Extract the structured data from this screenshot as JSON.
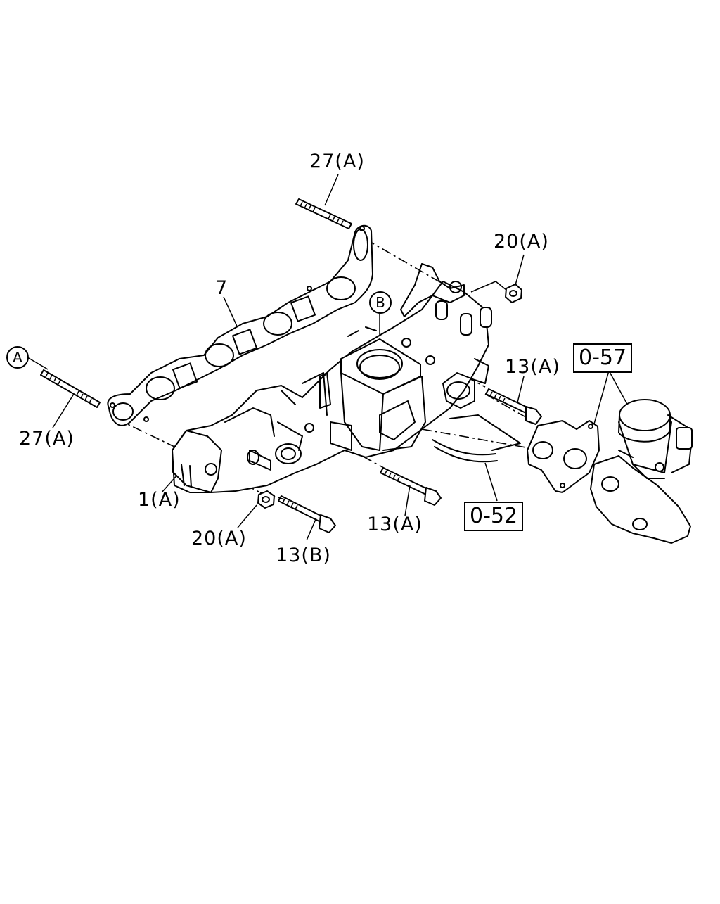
{
  "labels": {
    "stud_top": "27(A)",
    "nut_top": "20(A)",
    "gasket": "7",
    "bolt_right": "13(A)",
    "stud_left": "27(A)",
    "manifold": "1(A)",
    "nut_bottom": "20(A)",
    "bolt_bottom_b": "13(B)",
    "bolt_bottom_a": "13(A)"
  },
  "refs": {
    "egr_valve": "0-57",
    "pipe": "0-52"
  },
  "markers": {
    "a": "A",
    "b": "B"
  }
}
